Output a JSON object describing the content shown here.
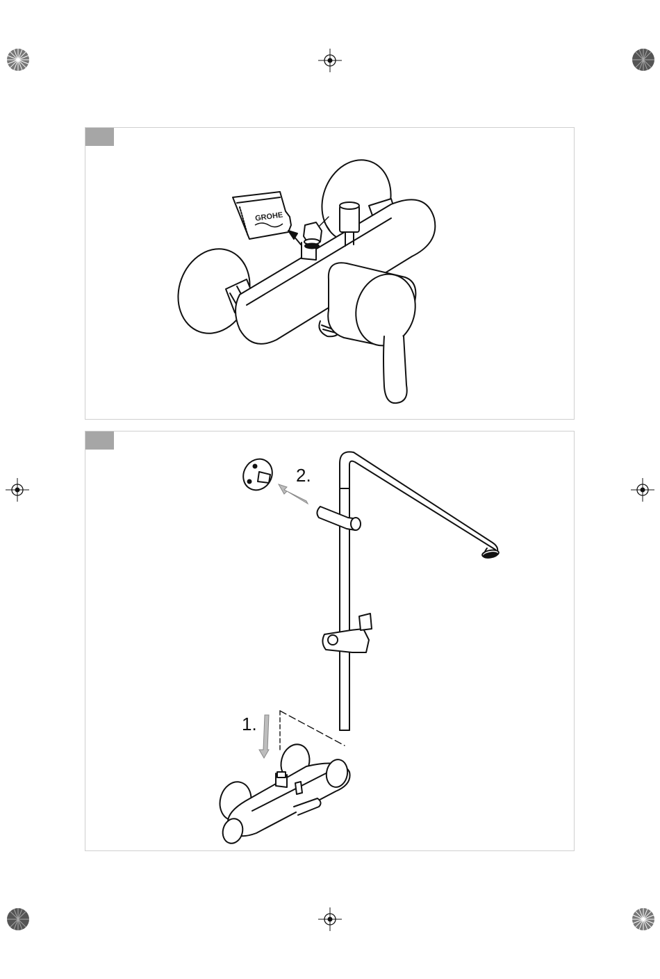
{
  "figure1": {
    "brand_text": "GROHE"
  },
  "figure2": {
    "step1": "1.",
    "step2": "2."
  },
  "colors": {
    "panel_border": "#cfcfcf",
    "tag_fill": "#a6a6a6",
    "line": "#111111",
    "arrow_fill": "#bdbdbd"
  }
}
